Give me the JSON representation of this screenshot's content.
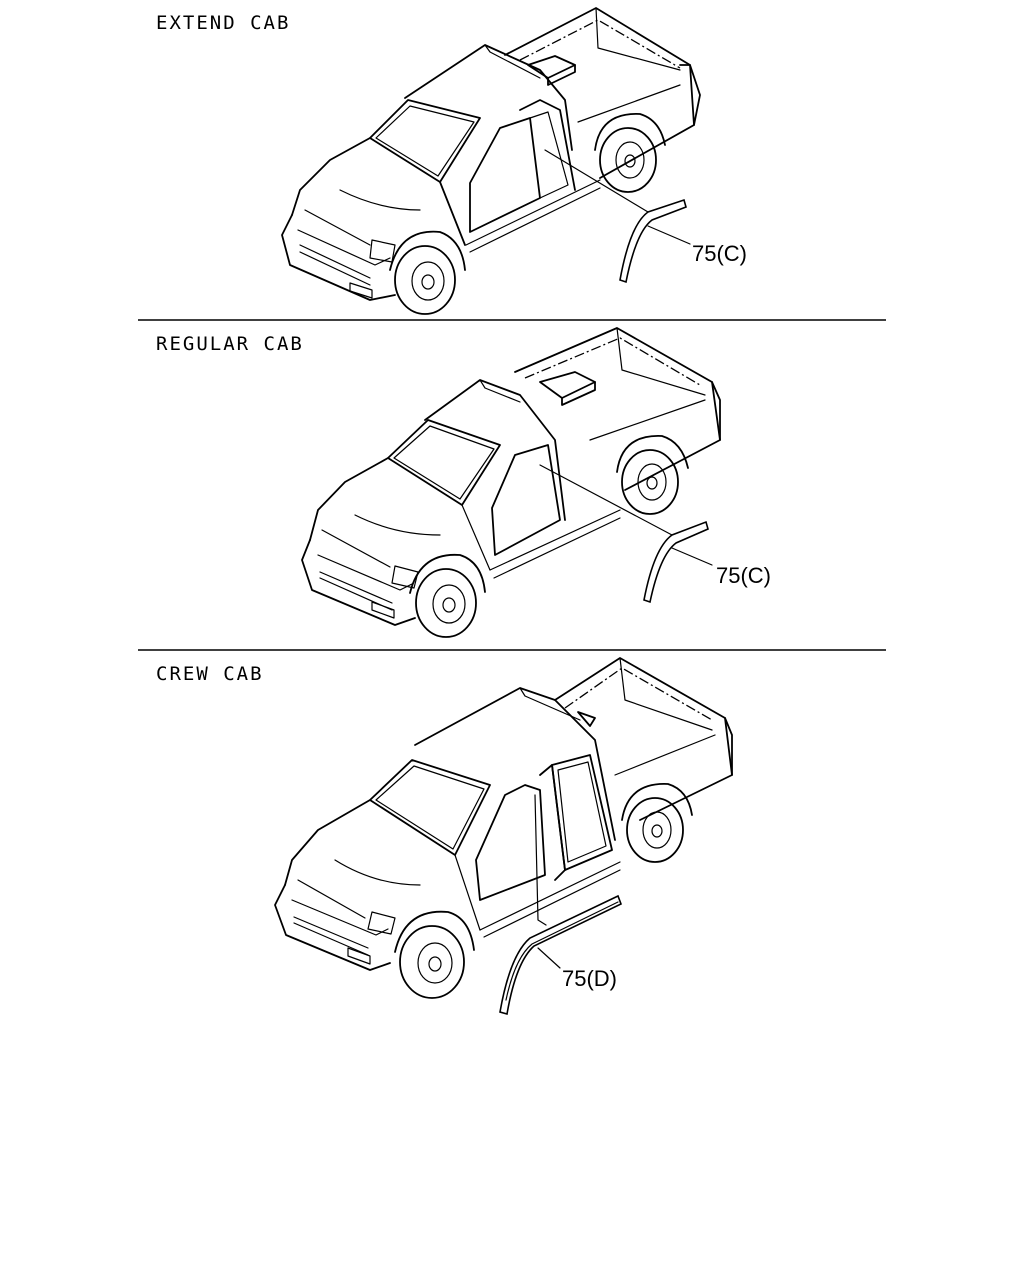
{
  "sections": [
    {
      "label": "EXTEND CAB",
      "part_label": "75(C)"
    },
    {
      "label": "REGULAR CAB",
      "part_label": "75(C)"
    },
    {
      "label": "CREW CAB",
      "part_label": "75(D)"
    }
  ]
}
